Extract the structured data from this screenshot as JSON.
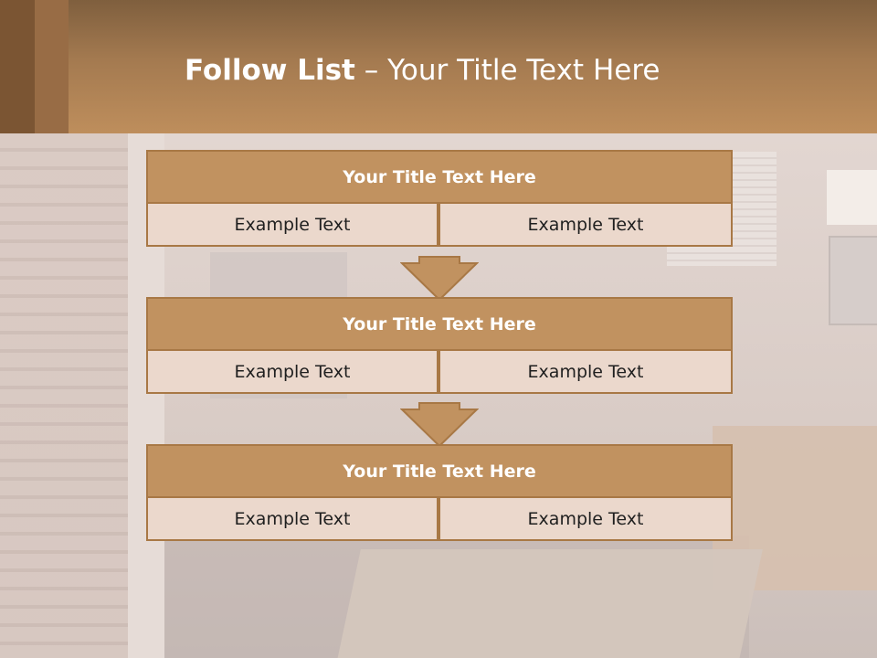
{
  "header": {
    "title_bold": "Follow List",
    "title_rest": " – Your Title Text Here"
  },
  "colors": {
    "accent": "#c19260",
    "border": "#a87845",
    "cell_fill": "#ebd8cc"
  },
  "steps": [
    {
      "title": "Your Title Text Here",
      "left": "Example Text",
      "right": "Example Text"
    },
    {
      "title": "Your Title Text Here",
      "left": "Example Text",
      "right": "Example Text"
    },
    {
      "title": "Your Title Text Here",
      "left": "Example Text",
      "right": "Example Text"
    }
  ],
  "connector_icon": "down-arrow-icon"
}
